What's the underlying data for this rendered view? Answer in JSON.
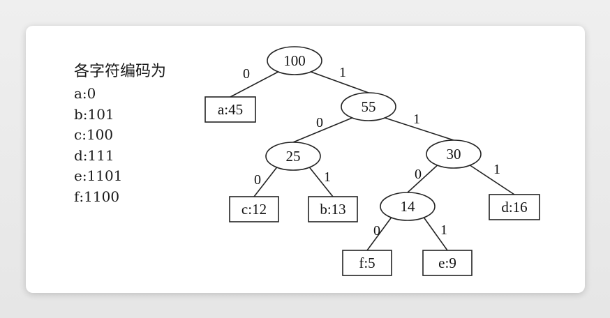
{
  "legend": {
    "heading": "各字符编码为",
    "codes": [
      "a:0",
      "b:101",
      "c:100",
      "d:111",
      "e:1101",
      "f:1100"
    ]
  },
  "tree": {
    "nodes": [
      {
        "id": "n100",
        "label": "100",
        "kind": "internal"
      },
      {
        "id": "la",
        "label": "a:45",
        "kind": "leaf"
      },
      {
        "id": "n55",
        "label": "55",
        "kind": "internal"
      },
      {
        "id": "n25",
        "label": "25",
        "kind": "internal"
      },
      {
        "id": "n30",
        "label": "30",
        "kind": "internal"
      },
      {
        "id": "lc",
        "label": "c:12",
        "kind": "leaf"
      },
      {
        "id": "lb",
        "label": "b:13",
        "kind": "leaf"
      },
      {
        "id": "n14",
        "label": "14",
        "kind": "internal"
      },
      {
        "id": "ld",
        "label": "d:16",
        "kind": "leaf"
      },
      {
        "id": "lf",
        "label": "f:5",
        "kind": "leaf"
      },
      {
        "id": "le",
        "label": "e:9",
        "kind": "leaf"
      }
    ],
    "edges": [
      {
        "from": "n100",
        "to": "la",
        "bit": "0"
      },
      {
        "from": "n100",
        "to": "n55",
        "bit": "1"
      },
      {
        "from": "n55",
        "to": "n25",
        "bit": "0"
      },
      {
        "from": "n55",
        "to": "n30",
        "bit": "1"
      },
      {
        "from": "n25",
        "to": "lc",
        "bit": "0"
      },
      {
        "from": "n25",
        "to": "lb",
        "bit": "1"
      },
      {
        "from": "n30",
        "to": "n14",
        "bit": "0"
      },
      {
        "from": "n30",
        "to": "ld",
        "bit": "1"
      },
      {
        "from": "n14",
        "to": "lf",
        "bit": "0"
      },
      {
        "from": "n14",
        "to": "le",
        "bit": "1"
      }
    ]
  }
}
